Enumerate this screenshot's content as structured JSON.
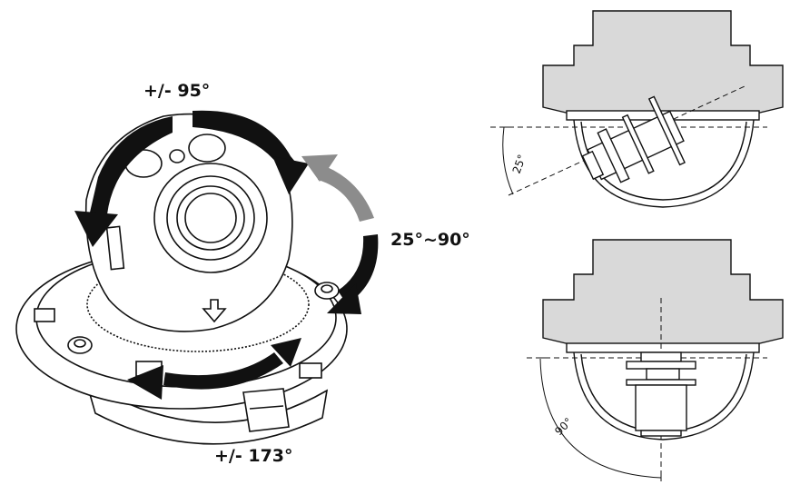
{
  "labels": {
    "pan": "+/- 95°",
    "tilt": "25°~90°",
    "rotate": "+/- 173°",
    "tilt_min": "25°",
    "tilt_max": "90°"
  },
  "colors": {
    "line": "#111111",
    "housing_fill": "#d9d9d9",
    "arrow_dark": "#111111",
    "arrow_gray": "#8c8c8c"
  }
}
